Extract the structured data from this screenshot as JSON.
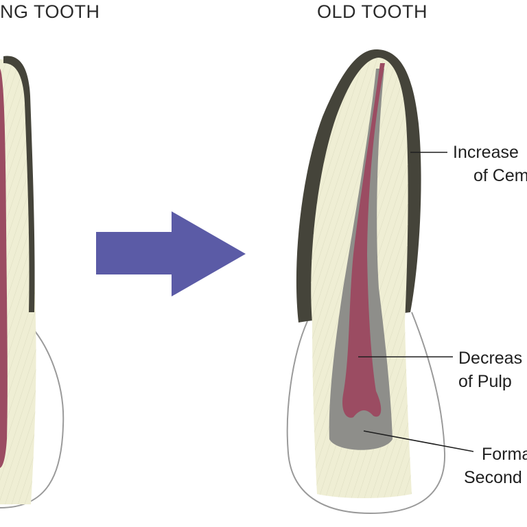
{
  "headings": {
    "left": "YOUNG TOOTH",
    "right": "OLD TOOTH"
  },
  "callouts": {
    "cementum": {
      "line1": "Increase",
      "line2": "of Cem"
    },
    "pulp": {
      "line1": "Decreas",
      "line2": "of Pulp"
    },
    "secondary_dentin": {
      "line1": "Forma",
      "line2": "Second"
    }
  },
  "colors": {
    "arrow": "#5b5ba6",
    "dentin": "#efeed4",
    "cementum": "#45443a",
    "pulp": "#9b4c62",
    "secondary_dentin": "#8e8e8a",
    "outline": "#9a9a9a"
  }
}
